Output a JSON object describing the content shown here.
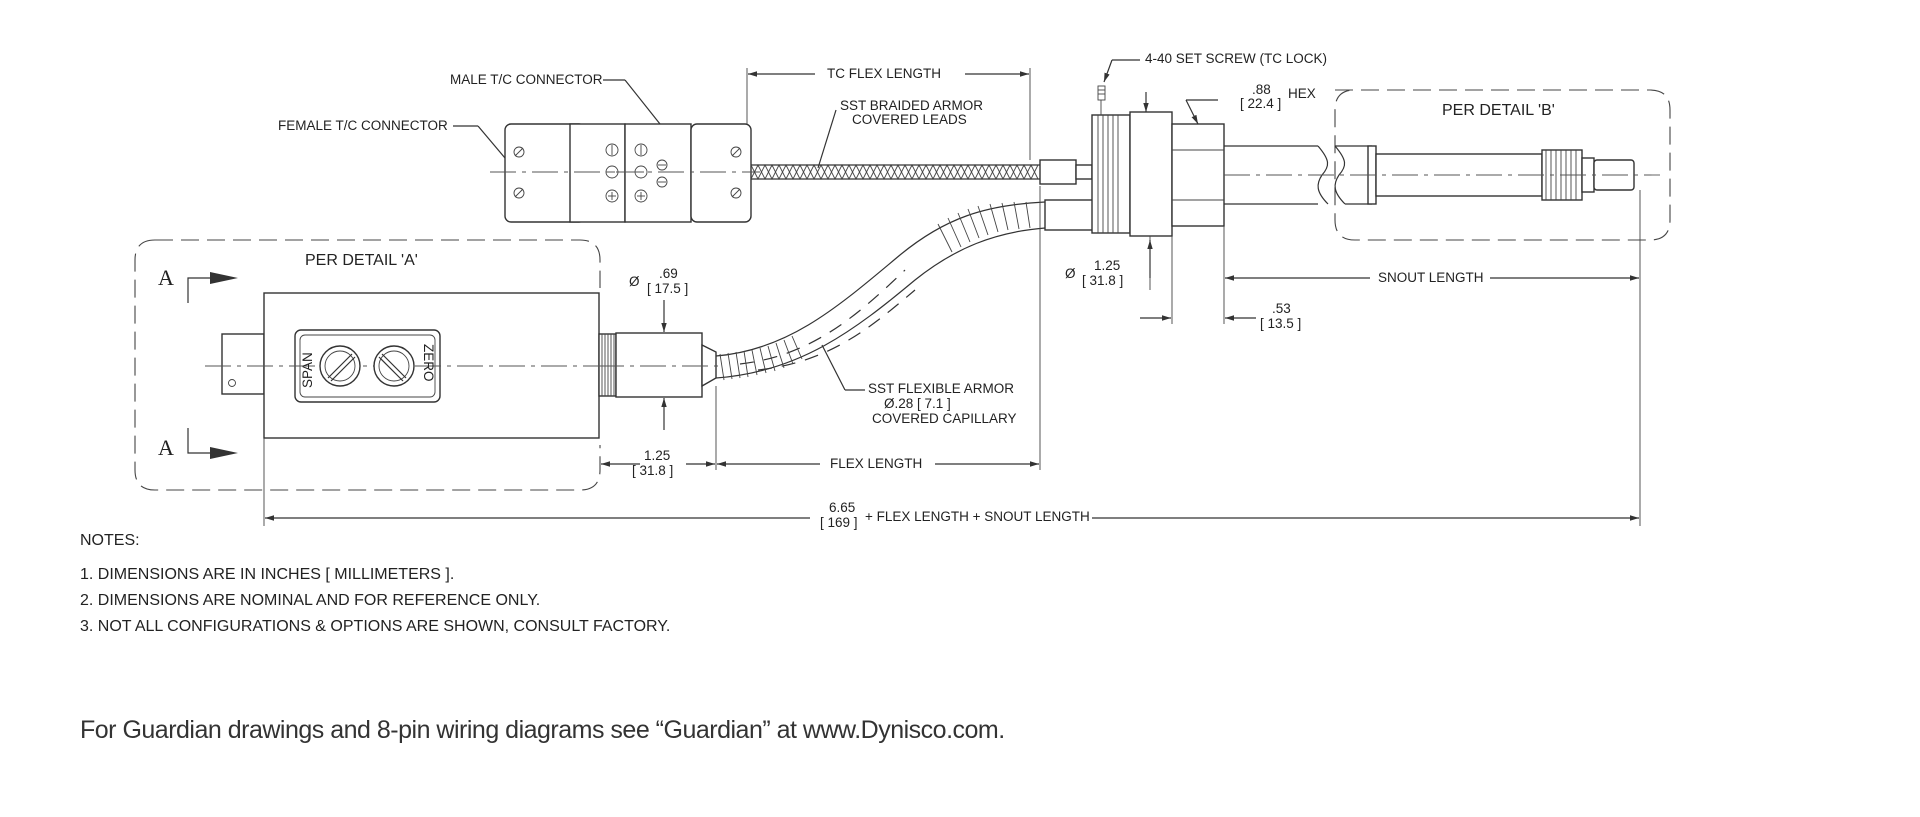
{
  "labels": {
    "male_tc": "MALE T/C CONNECTOR",
    "female_tc": "FEMALE T/C CONNECTOR",
    "tc_flex_length": "TC FLEX LENGTH",
    "braided_1": "SST BRAIDED ARMOR",
    "braided_2": "COVERED  LEADS",
    "set_screw": "4-40 SET SCREW (TC LOCK)",
    "hex_in": ".88",
    "hex_mm": "[ 22.4 ]",
    "hex": "HEX",
    "detail_b": "PER DETAIL 'B'",
    "detail_a": "PER DETAIL 'A'",
    "dia_sym": "Ø",
    "dia69_in": ".69",
    "dia69_mm": "[ 17.5 ]",
    "dia125_in": "1.25",
    "dia125_mm": "[ 31.8 ]",
    "snout_length": "SNOUT LENGTH",
    "d53_in": ".53",
    "d53_mm": "[ 13.5 ]",
    "flex_armor_1": "SST FLEXIBLE ARMOR",
    "flex_armor_2": "Ø.28 [ 7.1 ]",
    "flex_armor_3": "COVERED CAPILLARY",
    "span": "SPAN",
    "zero": "ZERO",
    "section_a": "A",
    "d125_in": "1.25",
    "d125_mm": "[ 31.8 ]",
    "flex_length": "FLEX LENGTH",
    "overall_in": "6.65",
    "overall_mm": "[ 169 ]",
    "overall_text": "+ FLEX LENGTH + SNOUT LENGTH"
  },
  "notes": {
    "title": "NOTES:",
    "items": [
      "1. DIMENSIONS ARE IN INCHES [ MILLIMETERS ].",
      "2. DIMENSIONS ARE NOMINAL AND FOR REFERENCE ONLY.",
      "3. NOT ALL CONFIGURATIONS & OPTIONS ARE SHOWN, CONSULT FACTORY."
    ]
  },
  "footer": "For Guardian drawings and 8-pin wiring diagrams see “Guardian” at www.Dynisco.com."
}
